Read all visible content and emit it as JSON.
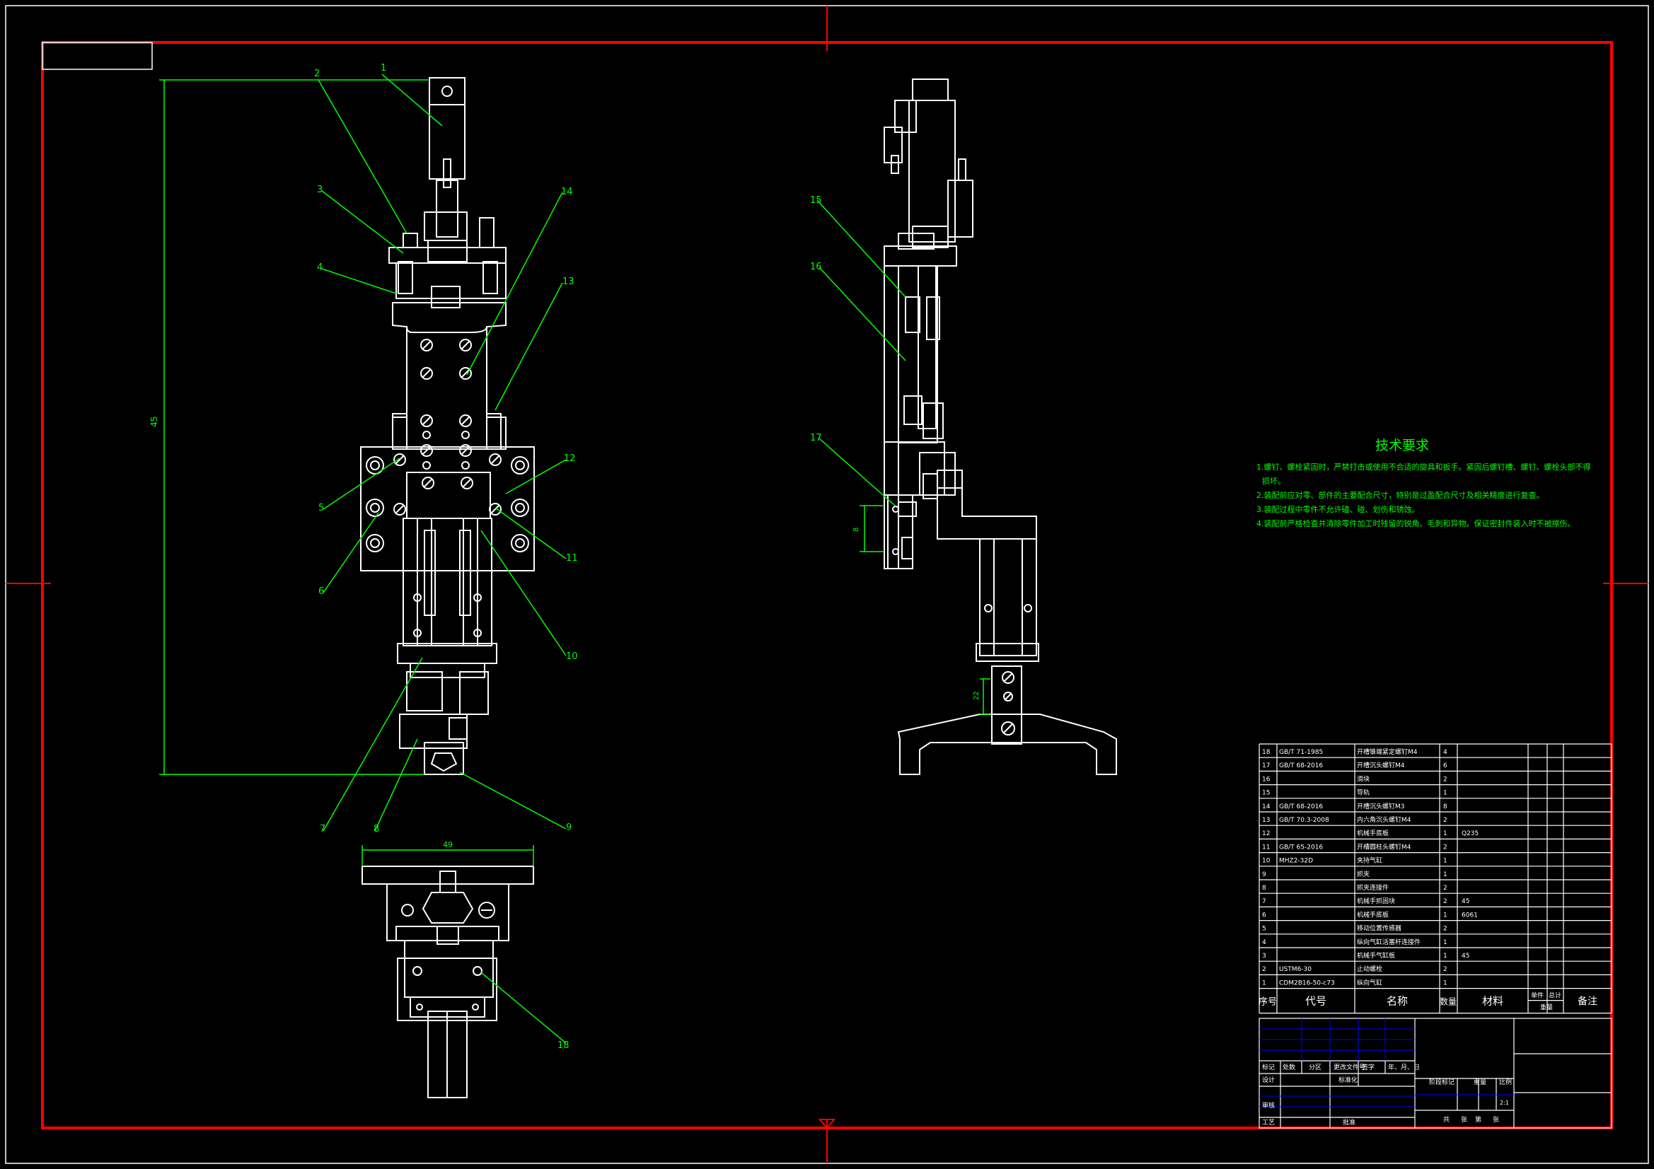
{
  "colors": {
    "background": "#000000",
    "border": "#ff0000",
    "linework": "#ffffff",
    "leaders": "#00ff00",
    "text_green": "#00ff00",
    "table_lines": "#ffffff",
    "blue_lines": "#0000ff"
  },
  "balloons": [
    "1",
    "2",
    "3",
    "4",
    "5",
    "6",
    "7",
    "8",
    "9",
    "10",
    "11",
    "12",
    "13",
    "14",
    "15",
    "16",
    "17",
    "18"
  ],
  "dims": {
    "overall_height": "45",
    "top_width": "49",
    "side_small": "8",
    "side_small2": "22"
  },
  "tech": {
    "title": "技术要求",
    "items": [
      "1.螺钉、螺栓紧固时，严禁打击或使用不合适的旋具和扳手。紧固后螺钉槽、螺钉、螺栓头部不得",
      "损坏。",
      "2.装配前应对零、部件的主要配合尺寸，特别是过盈配合尺寸及相关精度进行复查。",
      "3.装配过程中零件不允许磕、碰、划伤和锈蚀。",
      "4.装配前严格检查并清除零件加工时残留的锐角、毛刺和异物。保证密封件装入时不被擦伤。"
    ]
  },
  "bom": {
    "rows": [
      {
        "no": "18",
        "code": "GB/T 71-1985",
        "name": "开槽锥端紧定螺钉M4",
        "qty": "4",
        "mat": ""
      },
      {
        "no": "17",
        "code": "GB/T 68-2016",
        "name": "开槽沉头螺钉M4",
        "qty": "6",
        "mat": ""
      },
      {
        "no": "16",
        "code": "",
        "name": "滑块",
        "qty": "2",
        "mat": ""
      },
      {
        "no": "15",
        "code": "",
        "name": "导轨",
        "qty": "1",
        "mat": ""
      },
      {
        "no": "14",
        "code": "GB/T 68-2016",
        "name": "开槽沉头螺钉M3",
        "qty": "8",
        "mat": ""
      },
      {
        "no": "13",
        "code": "GB/T 70.3-2008",
        "name": "内六角沉头螺钉M4",
        "qty": "2",
        "mat": ""
      },
      {
        "no": "12",
        "code": "",
        "name": "机械手底板",
        "qty": "1",
        "mat": "Q235"
      },
      {
        "no": "11",
        "code": "GB/T 65-2016",
        "name": "开槽圆柱头螺钉M4",
        "qty": "2",
        "mat": ""
      },
      {
        "no": "10",
        "code": "MHZ2-32D",
        "name": "夹持气缸",
        "qty": "1",
        "mat": ""
      },
      {
        "no": "9",
        "code": "",
        "name": "抓夹",
        "qty": "1",
        "mat": ""
      },
      {
        "no": "8",
        "code": "",
        "name": "抓夹连接件",
        "qty": "2",
        "mat": ""
      },
      {
        "no": "7",
        "code": "",
        "name": "机械手抓固块",
        "qty": "2",
        "mat": "45"
      },
      {
        "no": "6",
        "code": "",
        "name": "机械手底板",
        "qty": "1",
        "mat": "6061"
      },
      {
        "no": "5",
        "code": "",
        "name": "移动位置传感器",
        "qty": "2",
        "mat": ""
      },
      {
        "no": "4",
        "code": "",
        "name": "纵向气缸活塞杆连接件",
        "qty": "1",
        "mat": ""
      },
      {
        "no": "3",
        "code": "",
        "name": "机械手气缸板",
        "qty": "1",
        "mat": "45"
      },
      {
        "no": "2",
        "code": "USTM6-30",
        "name": "止动螺栓",
        "qty": "2",
        "mat": ""
      },
      {
        "no": "1",
        "code": "CDM2B16-50-c73",
        "name": "纵向气缸",
        "qty": "1",
        "mat": ""
      }
    ],
    "header": {
      "no": "序号",
      "code": "代号",
      "name": "名称",
      "qty": "数量",
      "mat": "材料",
      "unit": "单件",
      "total": "总计",
      "weight": "重量",
      "remark": "备注"
    }
  },
  "title_block": {
    "labels": [
      "标记",
      "处数",
      "分区",
      "更改文件号",
      "签字",
      "年、月、日",
      "设计",
      "标准化",
      "阶段标记",
      "重量",
      "比例",
      "审核",
      "工艺",
      "批准",
      "共",
      "张",
      "第",
      "张"
    ],
    "scale": "2:1"
  },
  "frame_marks": {
    "top_center": "",
    "bottom_center": ""
  }
}
